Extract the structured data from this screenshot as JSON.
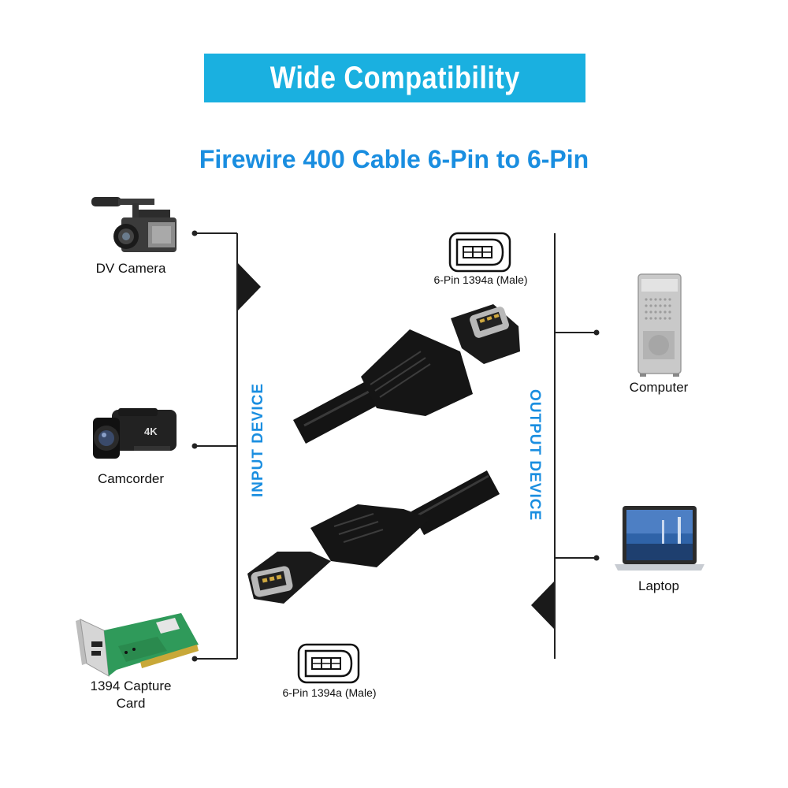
{
  "banner": {
    "title": "Wide Compatibility",
    "color": "#1ab0e0"
  },
  "subtitle": "Firewire 400 Cable 6-Pin to 6-Pin",
  "input_side": {
    "label": "INPUT DEVICE",
    "devices": [
      {
        "name": "DV Camera",
        "icon": "dv-camera-icon"
      },
      {
        "name": "Camcorder",
        "icon": "camcorder-icon",
        "badge": "4K"
      },
      {
        "name_line1": "1394 Capture",
        "name_line2": "Card",
        "icon": "capture-card-icon"
      }
    ]
  },
  "output_side": {
    "label": "OUTPUT DEVICE",
    "devices": [
      {
        "name": "Computer",
        "icon": "desktop-computer-icon"
      },
      {
        "name": "Laptop",
        "icon": "laptop-icon"
      }
    ]
  },
  "connectors": {
    "top_label": "6-Pin 1394a (Male)",
    "bottom_label": "6-Pin 1394a (Male)"
  },
  "colors": {
    "accent": "#1a8ee0",
    "line": "#222222",
    "cable": "#141414"
  }
}
